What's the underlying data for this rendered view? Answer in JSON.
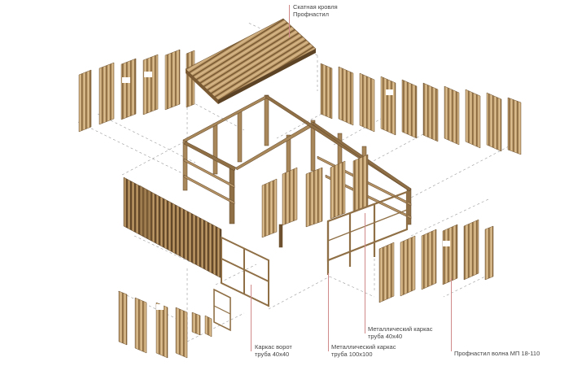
{
  "labels": {
    "roof": {
      "line1": "Скатная кровля",
      "line2": "Профнастил"
    },
    "gate_frame": {
      "line1": "Каркас ворот",
      "line2": "труба 40х40"
    },
    "frame_main": {
      "line1": "Металлический каркас",
      "line2": "труба 100х100"
    },
    "frame_sub": {
      "line1": "Металлический каркас",
      "line2": "труба 40х40"
    },
    "sheet": {
      "line1": "Профнастил волна МП 18-110"
    }
  },
  "colors": {
    "wood_light": "#c9a877",
    "wood_mid": "#b08c5a",
    "wood_dark": "#6e5230",
    "frame": "#a8875a",
    "frame_dark": "#5c4326",
    "leader": "#d08a8a",
    "guide": "#9a9a9a"
  }
}
